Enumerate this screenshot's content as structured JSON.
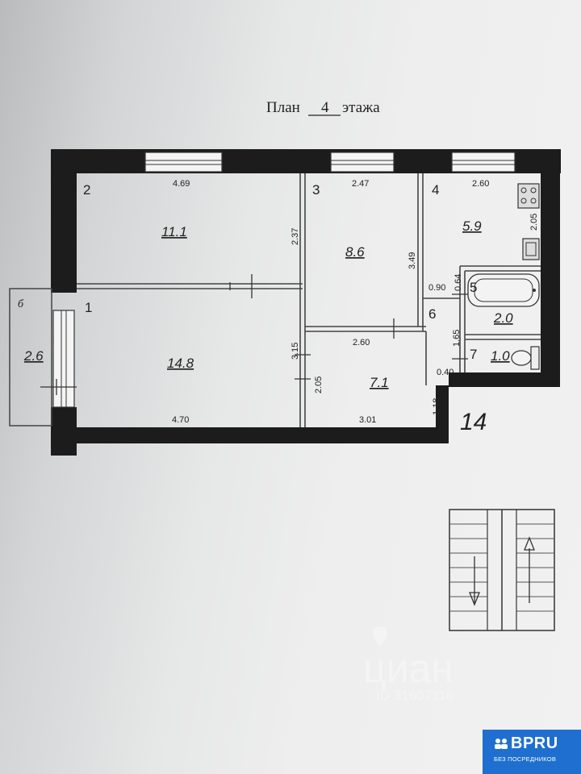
{
  "title": {
    "prefix": "План",
    "floor": "4",
    "suffix": "этажа"
  },
  "rooms": [
    {
      "id": "1",
      "area": "14.8"
    },
    {
      "id": "2",
      "area": "11.1"
    },
    {
      "id": "3",
      "area": "8.6"
    },
    {
      "id": "4",
      "area": "5.9"
    },
    {
      "id": "5",
      "area": "2.0"
    },
    {
      "id": "6",
      "area": "7.1"
    },
    {
      "id": "7",
      "area": "1.0"
    }
  ],
  "balcony": {
    "letter": "б",
    "area": "2.6"
  },
  "dimensions": {
    "r2_width": "4.69",
    "r2_height": "2.37",
    "r3_width": "2.47",
    "r3_height": "3.49",
    "r4_width": "2.60",
    "r4_height": "2.05",
    "r1_width": "4.70",
    "r1_height": "3.15",
    "hall_width_top": "2.60",
    "hall_width_bottom": "3.01",
    "hall_height": "2.05",
    "bath_width": "0.90",
    "bath_height": "0.64",
    "corridor_height": "1.65",
    "wc_width": "0.40",
    "entry_width": "1.18"
  },
  "apartment_number": "14",
  "watermark": {
    "brand": "циан",
    "id": "ID 31607116"
  },
  "badge": {
    "brand": "BPRU",
    "tagline": "БЕЗ ПОСРЕДНИКОВ"
  },
  "colors": {
    "wall": "#1c1c1c",
    "badge": "#1e6fd0"
  }
}
